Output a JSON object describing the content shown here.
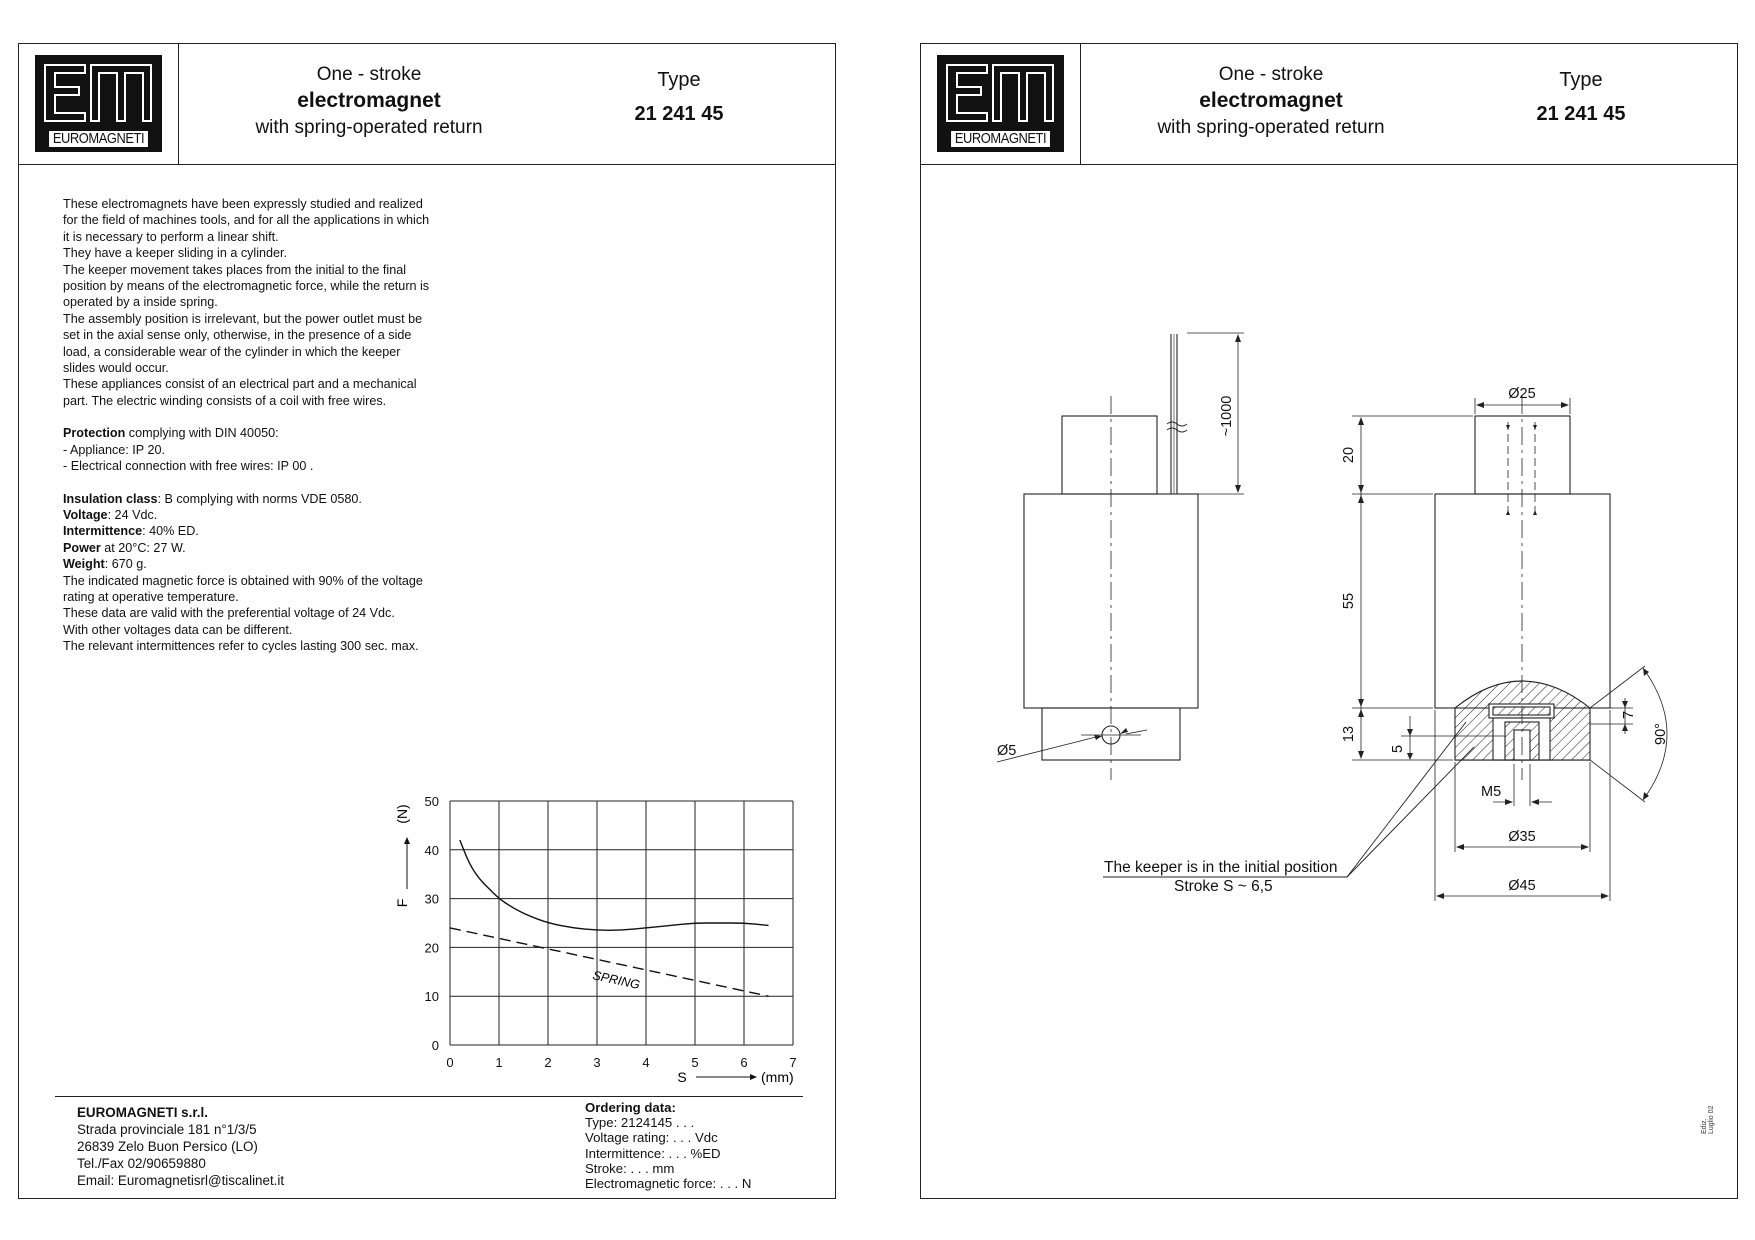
{
  "header": {
    "logo_text": "EUROMAGNETI",
    "title_line1": "One - stroke",
    "title_line2": "electromagnet",
    "title_line3": "with spring-operated return",
    "type_label": "Type",
    "type_number": "21 241 45"
  },
  "description": [
    "These electromagnets have been expressly studied and realized",
    "for the field of machines tools, and for all the applications in which",
    "it is necessary to perform a linear shift.",
    "They have a keeper sliding in a cylinder.",
    "The keeper movement takes places from the initial to the final",
    "position by means of the electromagnetic force, while the return is",
    "operated by a inside spring.",
    "The assembly position is irrelevant, but the power outlet must be",
    "set in the axial sense only, otherwise, in the presence of a side",
    "load, a considerable wear of the cylinder in which the keeper",
    "slides would occur.",
    "These appliances consist of an electrical part and a mechanical",
    "part. The electric winding consists of a coil with free wires."
  ],
  "protection": {
    "label": "Protection",
    "text": " complying with DIN 40050:",
    "line1": "- Appliance: IP 20.",
    "line2": "- Electrical connection with free wires: IP 00 ."
  },
  "specs": [
    {
      "label": "Insulation class",
      "text": ": B complying with norms VDE 0580."
    },
    {
      "label": "Voltage",
      "text": ": 24 Vdc."
    },
    {
      "label": "Intermittence",
      "text": ": 40% ED."
    },
    {
      "label": "Power",
      "text": " at 20°C: 27 W."
    },
    {
      "label": "Weight",
      "text": ": 670 g."
    }
  ],
  "notes": [
    "The indicated magnetic force is obtained with 90% of the voltage",
    "rating at operative temperature.",
    "These data are valid with the preferential voltage of 24 Vdc.",
    "With other voltages data can be different.",
    "The relevant intermittences refer to cycles lasting 300 sec. max."
  ],
  "chart_data": {
    "type": "line",
    "xlabel": "S",
    "xunit": "(mm)",
    "ylabel": "F",
    "yunit": "(N)",
    "xlim": [
      0,
      7
    ],
    "ylim": [
      0,
      50
    ],
    "xticks": [
      "0",
      "1",
      "2",
      "3",
      "4",
      "5",
      "6",
      "7"
    ],
    "yticks": [
      "0",
      "10",
      "20",
      "30",
      "40",
      "50"
    ],
    "grid": true,
    "series": [
      {
        "name": "",
        "style": "solid",
        "x": [
          0.2,
          0.4,
          0.6,
          0.8,
          1.0,
          1.3,
          1.6,
          2.0,
          2.5,
          3.0,
          3.5,
          4.0,
          4.5,
          5.0,
          5.5,
          6.0,
          6.5
        ],
        "y": [
          42,
          37,
          34,
          32,
          30,
          28,
          26.5,
          25,
          24,
          23.5,
          23.5,
          24,
          24.5,
          25,
          25,
          25,
          24.5
        ]
      },
      {
        "name": "SPRING",
        "style": "dashed",
        "x": [
          0,
          6.5
        ],
        "y": [
          24,
          10
        ]
      }
    ],
    "annotation": "SPRING"
  },
  "company": {
    "name": "EUROMAGNETI s.r.l.",
    "line1": "Strada provinciale 181 n°1/3/5",
    "line2": "26839 Zelo Buon Persico (LO)",
    "line3": "Tel./Fax 02/90659880",
    "line4": "Email: Euromagnetisrl@tiscalinet.it"
  },
  "ordering": {
    "title": "Ordering data:",
    "line1": "Type: 2124145 . . .",
    "line2": "Voltage rating: . . . Vdc",
    "line3": "Intermittence: . . . %ED",
    "line4": "Stroke: . . . mm",
    "line5": "Electromagnetic force: . . . N"
  },
  "drawing": {
    "dim_wire": "~1000",
    "dim_d25": "Ø25",
    "dim_20": "20",
    "dim_55": "55",
    "dim_13": "13",
    "dim_5": "5",
    "dim_7": "7",
    "dim_90": "90°",
    "dim_d5": "Ø5",
    "dim_m5": "M5",
    "dim_d35": "Ø35",
    "dim_d45": "Ø45",
    "note_line1": "The keeper is in the initial position",
    "note_line2": "Stroke S ~ 6,5",
    "edit_note": "Ediz. Luglio 02"
  }
}
